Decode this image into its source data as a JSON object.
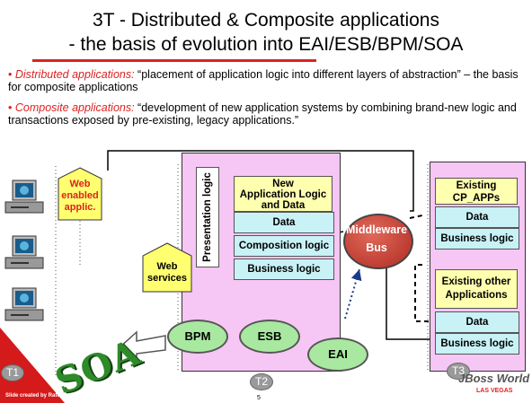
{
  "slide": {
    "title_line1": "3T - Distributed & Composite applications",
    "title_line2": "- the basis of evolution into EAI/ESB/BPM/SOA",
    "bullets": [
      {
        "term": "Distributed applications:",
        "text": " “placement of application logic into different layers of abstraction” – the basis for composite applications"
      },
      {
        "term": "Composite applications:",
        "text": " “development of new application systems by combining brand-new logic and transactions exposed by pre-existing, legacy applications.”"
      }
    ],
    "page_number": "5",
    "footer_small": "Slide created by Rafal Grabski"
  },
  "diagram": {
    "web_enabled": "Web enabled applic.",
    "web_services": "Web services",
    "presentation_logic": "Presentation logic",
    "new_app_label": "New Application Logic and Data",
    "new_app_first": "New",
    "new_app_rest": "Application Logic and Data",
    "data": "Data",
    "composition_logic": "Composition logic",
    "business_logic": "Business logic",
    "middleware_line1": "Middleware",
    "middleware_line2": "Bus",
    "existing_cp": "Existing CP_APPs",
    "existing_cp_data": "Data",
    "existing_cp_bl": "Business logic",
    "existing_other": "Existing other Applications",
    "existing_other_data": "Data",
    "existing_other_bl": "Business logic",
    "bpm": "BPM",
    "esb": "ESB",
    "eai": "EAI",
    "soa": "SOA",
    "tiers": [
      "T1",
      "T2",
      "T3"
    ],
    "logo_main": "JBoss World",
    "logo_sub": "LAS VEGAS"
  },
  "colors": {
    "accent": "#dd2222",
    "panel": "#f6c6f4",
    "yellow_box": "#ffffb0",
    "cyan_box": "#c8f2f6",
    "oval_green": "#a8e8a0",
    "middleware": "#c8342c"
  }
}
